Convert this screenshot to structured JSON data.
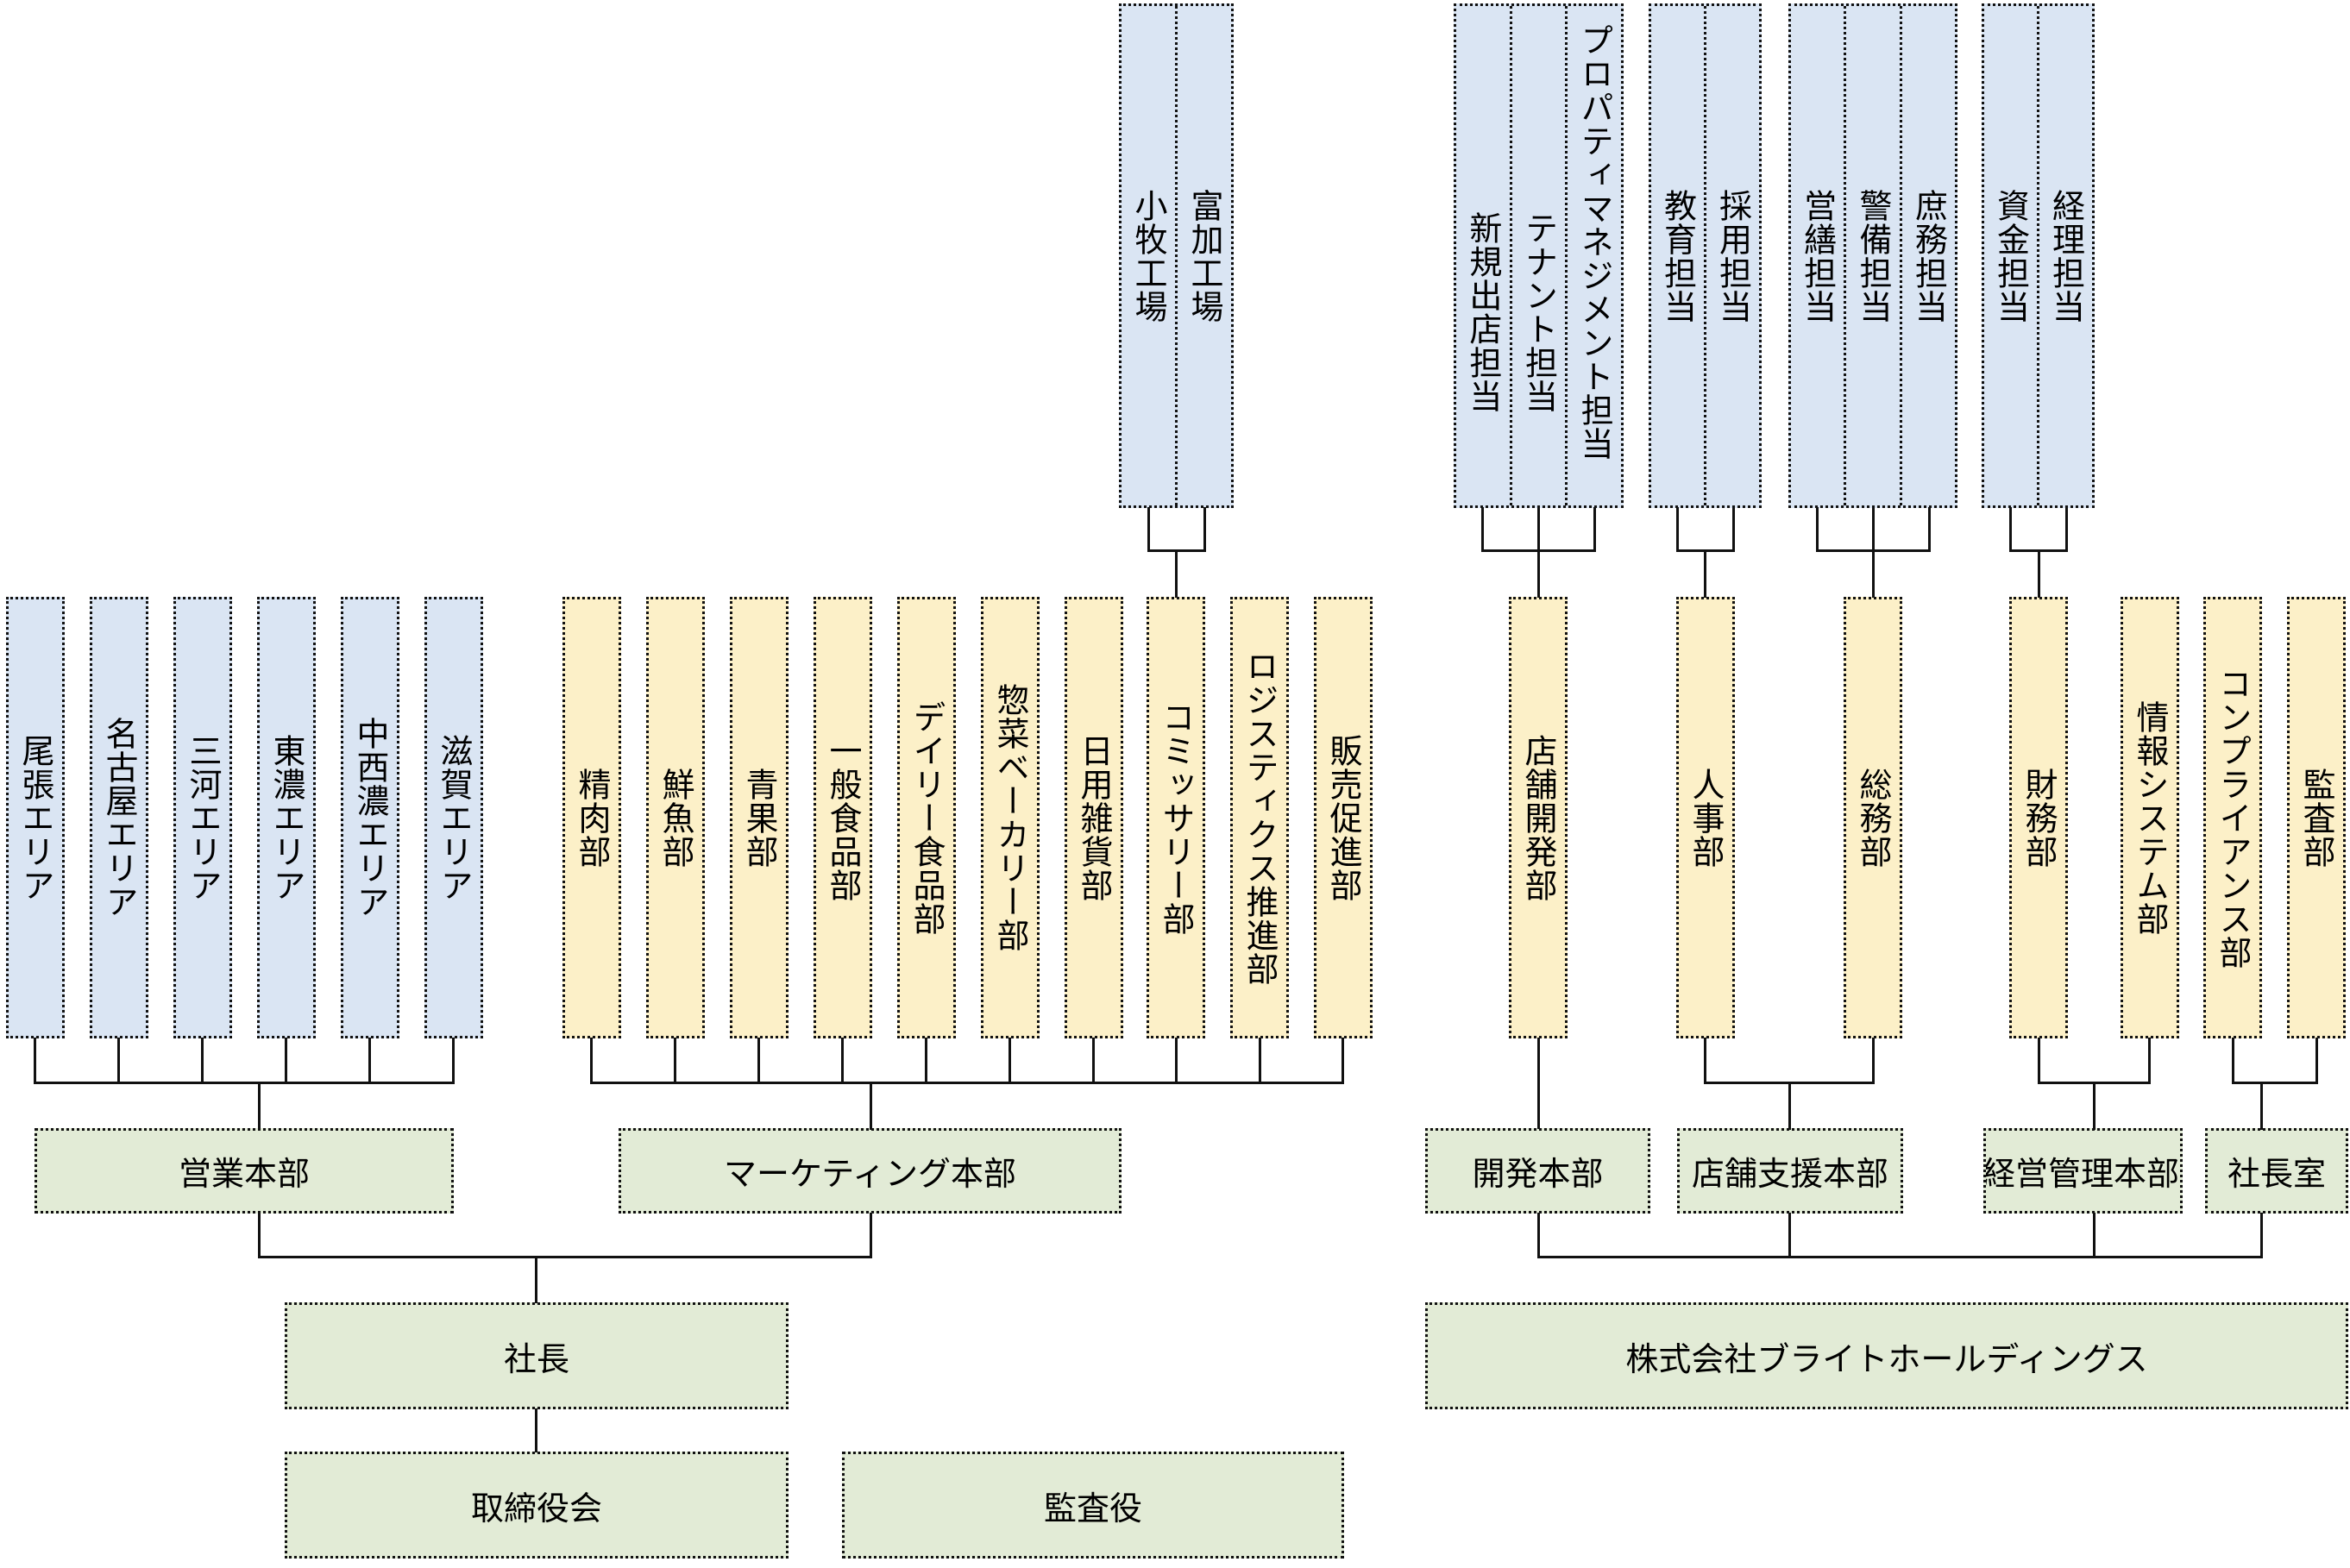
{
  "colors": {
    "area_fill": "#dae5f3",
    "dept_fill": "#fcf0c8",
    "hq_fill": "#e2ebd6",
    "line": "#111111"
  },
  "company": {
    "president": "社長",
    "board": "取締役会",
    "auditor": "監査役",
    "holdings": "株式会社ブライトホールディングス"
  },
  "operating": {
    "sales_hq": {
      "label": "営業本部",
      "areas": [
        "尾張エリア",
        "名古屋エリア",
        "三河エリア",
        "東濃エリア",
        "中西濃エリア",
        "滋賀エリア"
      ]
    },
    "marketing_hq": {
      "label": "マーケティング本部",
      "departments": [
        "精肉部",
        "鮮魚部",
        "青果部",
        "一般食品部",
        "デイリー食品部",
        "惣菜ベーカリー部",
        "日用雑貨部",
        "コミッサリー部",
        "ロジスティクス推進部",
        "販売促進部"
      ],
      "factories": [
        "小牧工場",
        "富加工場"
      ]
    }
  },
  "holdings_units": {
    "development_hq": {
      "label": "開発本部",
      "departments": [
        {
          "label": "店舗開発部",
          "staff": [
            "新規出店担当",
            "テナント担当",
            "プロパティマネジメント担当"
          ]
        }
      ]
    },
    "store_support_hq": {
      "label": "店舗支援本部",
      "departments": [
        {
          "label": "人事部",
          "staff": [
            "教育担当",
            "採用担当"
          ]
        },
        {
          "label": "総務部",
          "staff": [
            "営繕担当",
            "警備担当",
            "庶務担当"
          ]
        }
      ]
    },
    "management_hq": {
      "label": "経営管理本部",
      "departments": [
        {
          "label": "財務部",
          "staff": [
            "資金担当",
            "経理担当"
          ]
        },
        {
          "label": "情報システム部",
          "staff": []
        }
      ]
    },
    "president_office": {
      "label": "社長室",
      "departments": [
        {
          "label": "コンプライアンス部",
          "staff": []
        },
        {
          "label": "監査部",
          "staff": []
        }
      ]
    }
  }
}
